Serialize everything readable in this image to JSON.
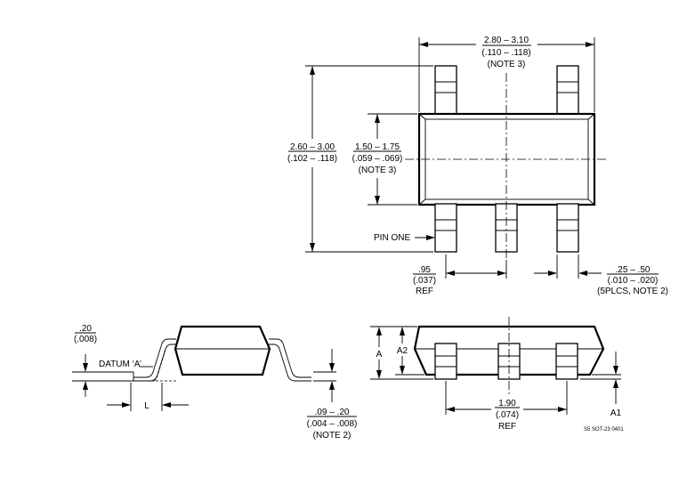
{
  "top_view": {
    "width_dim": {
      "mm": "2.80 – 3.10",
      "inch": "(.110 – .118)",
      "note": "(NOTE 3)"
    },
    "overall_length_dim": {
      "mm": "2.60 – 3.00",
      "inch": "(.102 – .118)"
    },
    "body_length_dim": {
      "mm": "1.50 – 1.75",
      "inch": "(.059 – .069)",
      "note": "(NOTE 3)"
    },
    "pin_one_label": "PIN ONE",
    "pitch_dim": {
      "mm": ".95",
      "inch": "(.037)",
      "ref": "REF"
    },
    "lead_width_dim": {
      "mm": ".25 – .50",
      "inch": "(.010 – .020)",
      "note": "(5PLCS, NOTE 2)"
    }
  },
  "side_view": {
    "gauge_dim": {
      "mm": ".20",
      "inch": "(.008)"
    },
    "datum_label": "DATUM ‘A’",
    "l_label": "L",
    "thickness_dim": {
      "mm": ".09 – .20",
      "inch": "(.004 – .008)",
      "note": "(NOTE 2)"
    }
  },
  "end_view": {
    "a_label": "A",
    "a2_label": "A2",
    "a1_label": "A1",
    "span_dim": {
      "mm": "1.90",
      "inch": "(.074)",
      "ref": "REF"
    }
  },
  "drawing_code": "S5 SOT-23 0401"
}
